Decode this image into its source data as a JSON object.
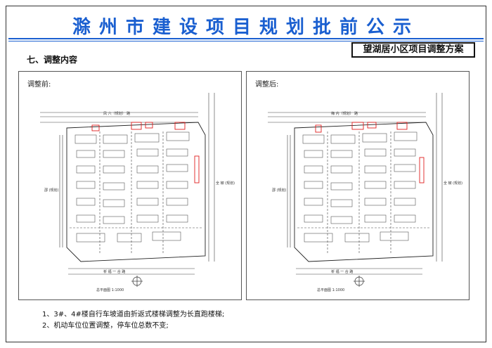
{
  "page": {
    "title": "滁州市建设项目规划批前公示",
    "section_heading": "七、调整内容",
    "project_name": "望湖居小区项目调整方案"
  },
  "panels": {
    "before": {
      "label": "调整前:",
      "road_north": "凤 六（规划） 路",
      "road_west": "邵 (规划)",
      "road_east": "全 椒 (规划)",
      "road_south": "祈 福 一 合 路",
      "scale": "总平面图 1:1000"
    },
    "after": {
      "label": "调整后:",
      "road_north": "梅 内（规划） 路",
      "road_west": "邵 (规划)",
      "road_east": "全 椒 (规划)",
      "road_south": "祈 福 一 合 路",
      "scale": "总平面图 1:1000"
    }
  },
  "notes": [
    "1、3#、4#楼自行车坡道由折返式楼梯调整为长直跑楼梯;",
    "2、机动车位位置调整，停车位总数不变;"
  ],
  "colors": {
    "title": "#1a5fd0",
    "highlight": "#e02020"
  }
}
